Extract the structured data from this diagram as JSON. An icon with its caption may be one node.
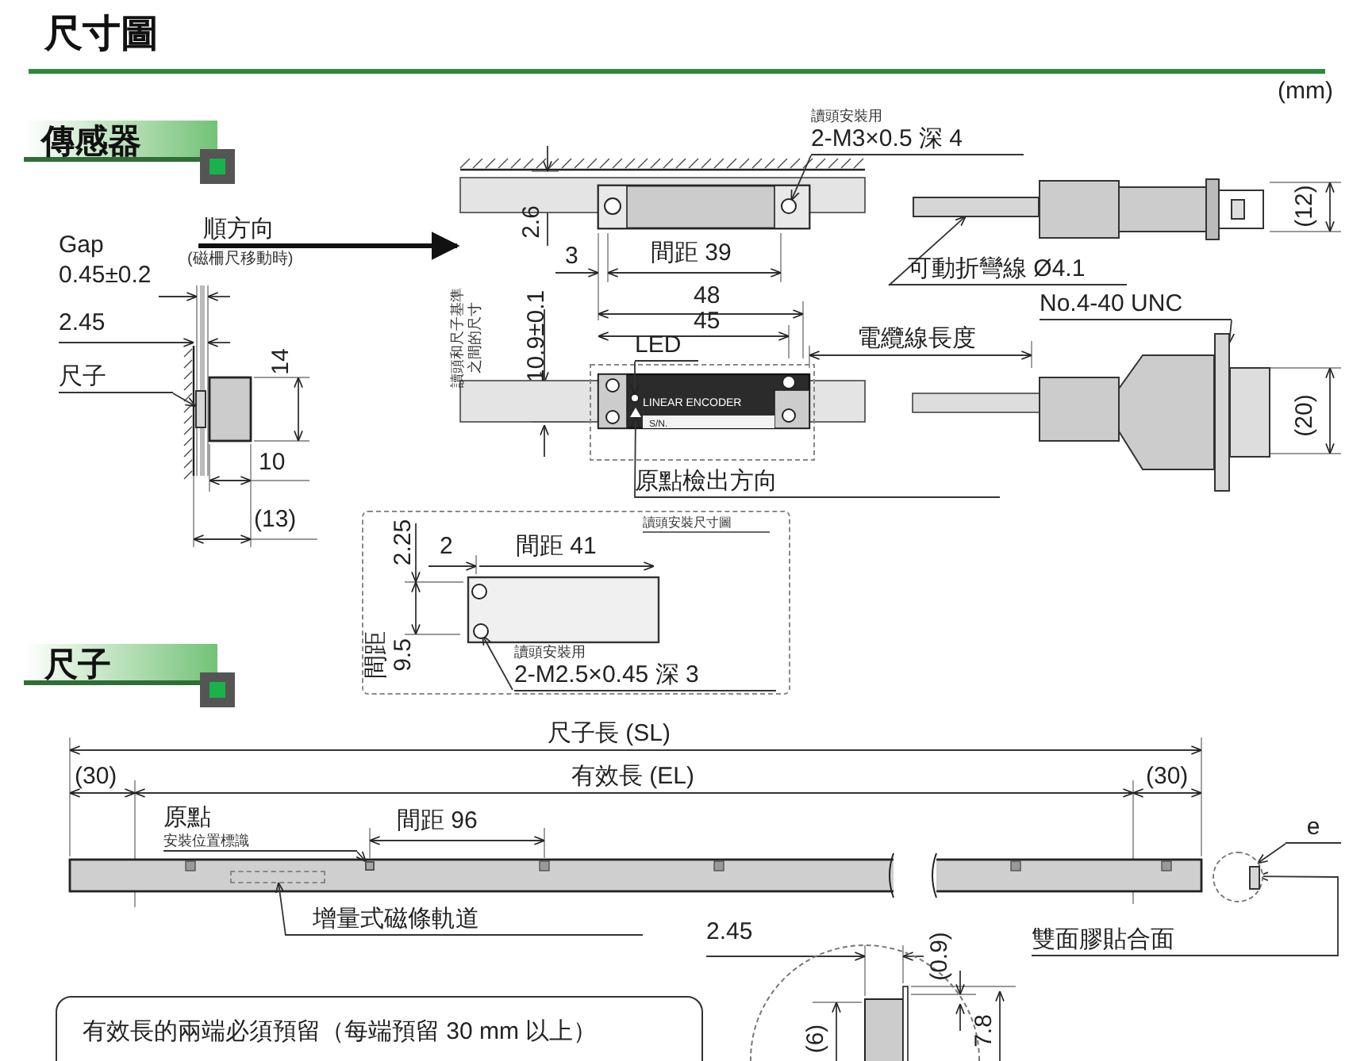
{
  "diagram": {
    "title": "尺寸圖",
    "nodes": [
      {
        "text": [
          "尺子"
        ]
      },
      {
        "text": [
          "讀頭安裝用",
          "2-M3×0.5 深 4"
        ]
      },
      {
        "text": [
          "可動折彎線 Ø4.1"
        ]
      },
      {
        "text": [
          "No.4-40 UNC"
        ]
      },
      {
        "text": [
          "LED"
        ]
      },
      {
        "text": [
          "原點檢出方向"
        ]
      },
      {
        "text": [
          "讀頭安裝尺寸圖"
        ]
      },
      {
        "text": [
          "讀頭安裝用",
          "2-M2.5×0.45 深 3"
        ],
        "in": 6
      },
      {
        "text": [
          "原點",
          "安裝位置標識"
        ]
      },
      {
        "text": [
          "增量式磁條軌道"
        ]
      },
      {
        "text": [
          "e"
        ]
      },
      {
        "text": [
          "雙面膠貼合面"
        ]
      },
      {
        "text": [
          "有效長的兩端必須預留（每端預留 30 mm 以上）"
        ]
      },
      {
        "text": [],
        "shape": "bar"
      },
      {
        "text": [],
        "shape": "circle"
      },
      {
        "text": [],
        "shape": "bar"
      },
      {
        "text": [],
        "shape": "bar"
      },
      {
        "text": [],
        "shape": "circle"
      },
      {
        "text": [],
        "shape": "triangle"
      },
      {
        "text": [],
        "shape": "circle",
        "in": 6
      },
      {
        "text": [],
        "shape": "box"
      },
      {
        "text": [],
        "shape": "box"
      },
      {
        "text": [],
        "shape": "circle"
      },
      {
        "text": [],
        "shape": "bar",
        "in": 22
      }
    ],
    "edges": [
      {
        "from": 0,
        "to": 13,
        "arrow": "to"
      },
      {
        "from": 1,
        "to": 14,
        "arrow": "to"
      },
      {
        "from": 2,
        "to": 15,
        "arrow": "to"
      },
      {
        "from": 3,
        "to": 16,
        "arrow": "to"
      },
      {
        "from": 4,
        "to": 17,
        "arrow": "to"
      },
      {
        "from": 5,
        "to": 18,
        "arrow": "to"
      },
      {
        "from": 7,
        "to": 19,
        "arrow": "to"
      },
      {
        "from": 8,
        "to": 20,
        "arrow": "to"
      },
      {
        "from": 9,
        "to": 21,
        "arrow": "to"
      },
      {
        "from": 10,
        "to": 22,
        "arrow": "to"
      },
      {
        "from": 11,
        "to": 23,
        "arrow": "to"
      }
    ],
    "labels": [
      "(mm)",
      "傳感器",
      "順方向",
      "(磁柵尺移動時)",
      "Gap",
      "0.45±0.2",
      "2.45",
      "14",
      "10",
      "(13)",
      "2.6",
      "3",
      "間距 39",
      "(12)",
      "讀頭和尺子基準之間的尺寸",
      "10.9±0.1",
      "48",
      "45",
      "電纜線長度",
      "(20)",
      "LINEAR ENCODER",
      "S/N.",
      "2.25",
      "2",
      "間距 41",
      "尺子",
      "間距",
      "9.5",
      "尺子長 (SL)",
      "(30)",
      "有效長 (EL)",
      "(30)",
      "間距 96",
      "2.45",
      "(0.9)",
      "(6)",
      "7.8"
    ]
  }
}
